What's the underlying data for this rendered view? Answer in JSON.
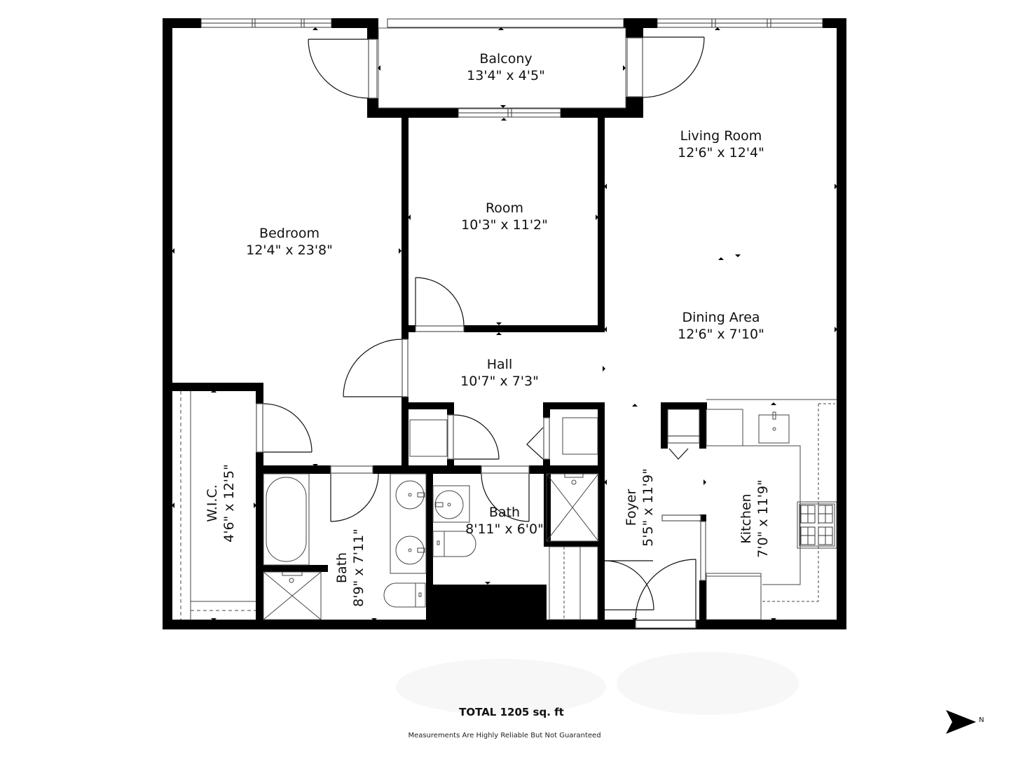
{
  "plan": {
    "rooms": [
      {
        "id": "balcony",
        "name": "Balcony",
        "dims": "13'4\" x 4'5\""
      },
      {
        "id": "living",
        "name": "Living Room",
        "dims": "12'6\" x 12'4\""
      },
      {
        "id": "room",
        "name": "Room",
        "dims": "10'3\" x 11'2\""
      },
      {
        "id": "bedroom",
        "name": "Bedroom",
        "dims": "12'4\" x 23'8\""
      },
      {
        "id": "dining",
        "name": "Dining Area",
        "dims": "12'6\" x 7'10\""
      },
      {
        "id": "hall",
        "name": "Hall",
        "dims": "10'7\" x 7'3\""
      },
      {
        "id": "wic",
        "name": "W.I.C.",
        "dims": "4'6\" x 12'5\""
      },
      {
        "id": "bath1",
        "name": "Bath",
        "dims": "8'9\" x 7'11\""
      },
      {
        "id": "bath2",
        "name": "Bath",
        "dims": "8'11\" x 6'0\""
      },
      {
        "id": "foyer",
        "name": "Foyer",
        "dims": "5'5\" x 11'9\""
      },
      {
        "id": "kitchen",
        "name": "Kitchen",
        "dims": "7'0\" x 11'9\""
      }
    ]
  },
  "footer": {
    "total": "TOTAL 1205 sq. ft",
    "disclaimer": "Measurements Are Highly Reliable But Not Guaranteed"
  },
  "compass": {
    "label": "N",
    "icon": "north-arrow-icon"
  },
  "colors": {
    "wall": "#000000",
    "background": "#ffffff",
    "fixture_line": "#444444"
  }
}
